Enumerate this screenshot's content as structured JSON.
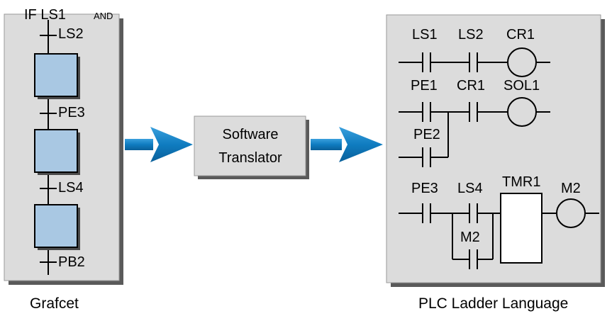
{
  "grafcet": {
    "transition1_prefix": "IF LS1",
    "transition1_and": "AND",
    "transition1_second": "LS2",
    "transition2": "PE3",
    "transition3": "LS4",
    "transition4": "PB2",
    "caption": "Grafcet"
  },
  "translator": {
    "line1": "Software",
    "line2": "Translator"
  },
  "ladder": {
    "caption": "PLC Ladder Language",
    "rung1": {
      "contact1": "LS1",
      "contact2": "LS2",
      "coil": "CR1"
    },
    "rung2": {
      "contact1": "PE1",
      "contact2": "CR1",
      "coil": "SOL1",
      "branch": "PE2"
    },
    "rung3": {
      "contact1": "PE3",
      "contact2": "LS4",
      "timer": "TMR1",
      "coil": "M2",
      "branch": "M2"
    }
  },
  "colors": {
    "panel": "#dcdcdc",
    "step_fill": "#a9c8e3",
    "arrow": "#0f7cc0"
  }
}
